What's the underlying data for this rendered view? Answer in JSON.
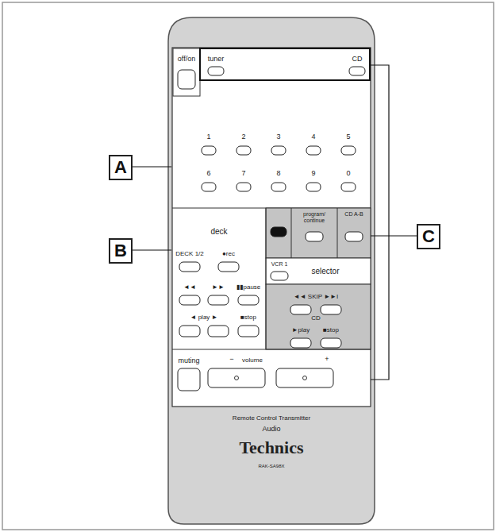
{
  "diagram": {
    "nodes": [
      {
        "text": [
          "A"
        ]
      },
      {
        "text": [
          "B"
        ]
      },
      {
        "text": [
          "C"
        ]
      }
    ],
    "labels": [
      "off/on",
      "tuner",
      "CD",
      "1",
      "2",
      "3",
      "4",
      "5",
      "6",
      "7",
      "8",
      "9",
      "0",
      "deck",
      "program/ continue",
      "CD A-B",
      "DECK 1/2",
      "●rec",
      "VCR 1",
      "selector",
      "◄◄",
      "►►",
      "▮▮pause",
      "◄ play ►",
      "■stop",
      "◄◄ SKIP ►►I",
      "CD",
      "►play",
      "■stop",
      "muting",
      "−",
      "volume",
      "+",
      "Remote Control Transmitter",
      "Audio",
      "Technics",
      "RAK-SA98X"
    ]
  }
}
